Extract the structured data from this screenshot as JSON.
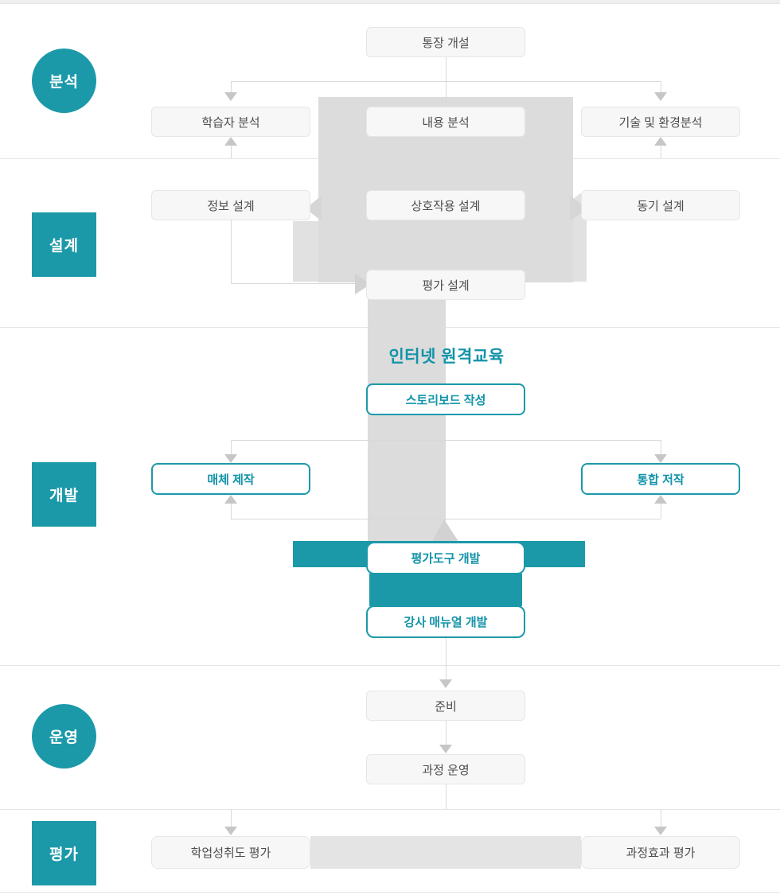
{
  "theme": {
    "accent": "#1b99a9",
    "accent_text": "#1193a8",
    "box_bg": "#f7f7f7",
    "box_border": "#e6e6e6",
    "box_text": "#4d4d4d",
    "connector": "#d9d9d9",
    "arrow": "#c6c6c6",
    "divider": "#e5e5e5",
    "topstrip": "#efefef",
    "graphic_gray": "#dcdcdc",
    "wing_gray": "#e1e1e1",
    "tip_gray": "#d2d2d2",
    "band_gray": "#e4e4e4"
  },
  "center_title": "인터넷 원격교육",
  "stages": [
    {
      "label": "분석",
      "shape": "circle"
    },
    {
      "label": "설계",
      "shape": "square"
    },
    {
      "label": "개발",
      "shape": "square"
    },
    {
      "label": "운영",
      "shape": "circle"
    },
    {
      "label": "평가",
      "shape": "square"
    }
  ],
  "nodes": {
    "passbook_open": "통장 개설",
    "learner_analysis": "학습자 분석",
    "content_analysis": "내용 분석",
    "tech_env_analysis": "기술 및 환경분석",
    "info_design": "정보 설계",
    "interaction_design": "상호작용 설계",
    "motivation_design": "동기 설계",
    "evaluation_design": "평가 설계",
    "storyboard_writing": "스토리보드 작성",
    "media_production": "매체 제작",
    "integrated_authoring": "통합 저작",
    "evaluation_tool_dev": "평가도구 개발",
    "instructor_manual_dev": "강사 매뉴얼 개발",
    "preparation": "준비",
    "course_operation": "과정 운영",
    "achievement_evaluation": "학업성취도 평가",
    "course_effect_evaluation": "과정효과 평가"
  }
}
